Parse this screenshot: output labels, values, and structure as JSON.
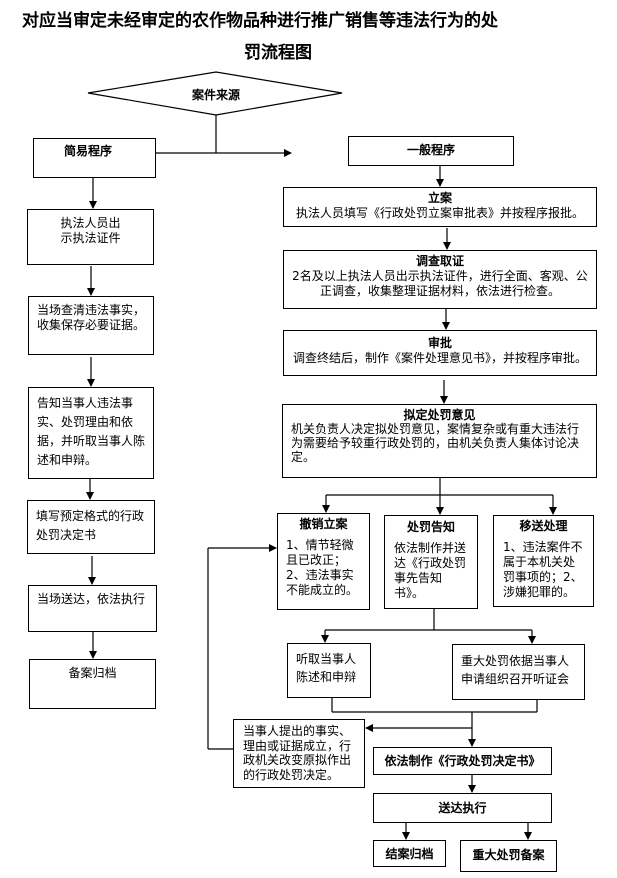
{
  "title": {
    "line1": "对应当审定未经审定的农作物品种进行推广销售等违法行为的处",
    "line2": "罚流程图"
  },
  "source": "案件来源",
  "simple": {
    "label": "简易程序",
    "steps": [
      "执法人员出示执法证件",
      "当场查清违法事实，收集保存必要证据。",
      "告知当事人违法事实、处罚理由和依据，并听取当事人陈述和申辩。",
      "填写预定格式的行政处罚决定书",
      "当场送达，依法执行",
      "备案归档"
    ]
  },
  "general": {
    "label": "一般程序",
    "steps": [
      {
        "title": "立案",
        "text": "执法人员填写《行政处罚立案审批表》并按程序报批。"
      },
      {
        "title": "调查取证",
        "text": "2名及以上执法人员出示执法证件，进行全面、客观、公正调查，收集整理证据材料，依法进行检查。"
      },
      {
        "title": "审批",
        "text": "调查终结后，制作《案件处理意见书》，并按程序审批。"
      },
      {
        "title": "拟定处罚意见",
        "text": "机关负责人决定拟处罚意见，案情复杂或有重大违法行为需要给予较重行政处罚的，由机关负责人集体讨论决定。"
      }
    ],
    "branches": [
      {
        "title": "撤销立案",
        "text": "1、情节轻微且已改正；2、违法事实不能成立的。"
      },
      {
        "title": "处罚告知",
        "text": "依法制作并送达《行政处罚事先告知书》。"
      },
      {
        "title": "移送处理",
        "text": "1、违法案件不属于本机关处罚事项的；2、涉嫌犯罪的。"
      }
    ],
    "hearing": "听取当事人陈述和申辩",
    "major_hearing": "重大处罚依据当事人申请组织召开听证会",
    "changed": "当事人提出的事实、理由或证据成立，行政机关改变原拟作出的行政处罚决定。",
    "decision": "依法制作《行政处罚决定书》",
    "execute": "送达执行",
    "close": "结案归档",
    "major_record": "重大处罚备案"
  }
}
